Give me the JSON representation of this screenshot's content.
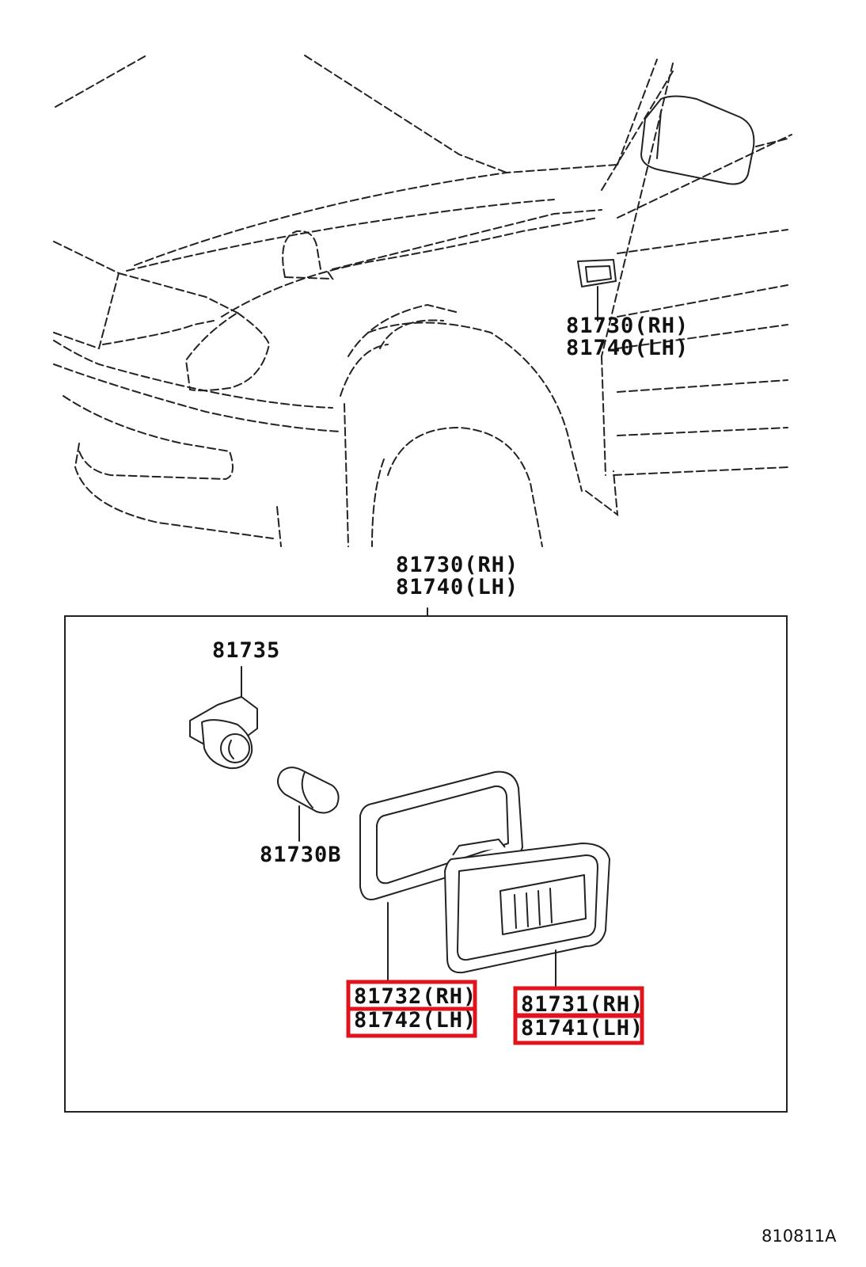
{
  "diagram": {
    "labels": {
      "top_callout_rh": "81730(RH)",
      "top_callout_lh": "81740(LH)",
      "box_header_rh": "81730(RH)",
      "box_header_lh": "81740(LH)",
      "socket": "81735",
      "bulb": "81730B",
      "gasket_rh": "81732(RH)",
      "gasket_lh": "81742(LH)",
      "lens_rh": "81731(RH)",
      "lens_lh": "81741(LH)"
    },
    "diagram_code": "810811A",
    "highlight_color": "#e0141e"
  }
}
